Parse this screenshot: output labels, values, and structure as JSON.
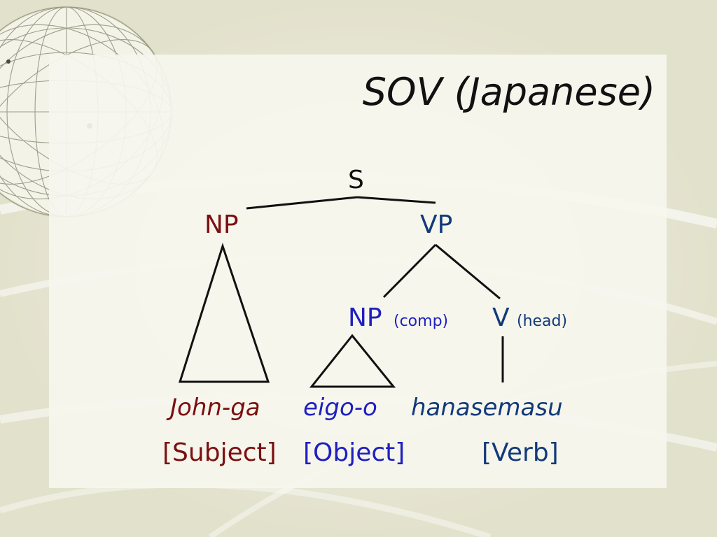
{
  "slide": {
    "title": "SOV (Japanese)"
  },
  "tree": {
    "s_label": "S",
    "np_label": "NP",
    "vp_label": "VP",
    "np_comp_label": "NP",
    "np_comp_note": "(comp)",
    "v_label": "V",
    "v_note": "(head)"
  },
  "words": {
    "subject_word": "John-ga",
    "object_word": "eigo-o",
    "verb_word": "hanasemasu"
  },
  "roles": {
    "subject_role": "[Subject]",
    "object_role": "[Object]",
    "verb_role": "[Verb]"
  },
  "colors": {
    "subject": "#7a1010",
    "vp": "#123a7a",
    "object": "#1f1fc0",
    "line": "#111111",
    "background": "#ecebd9"
  }
}
